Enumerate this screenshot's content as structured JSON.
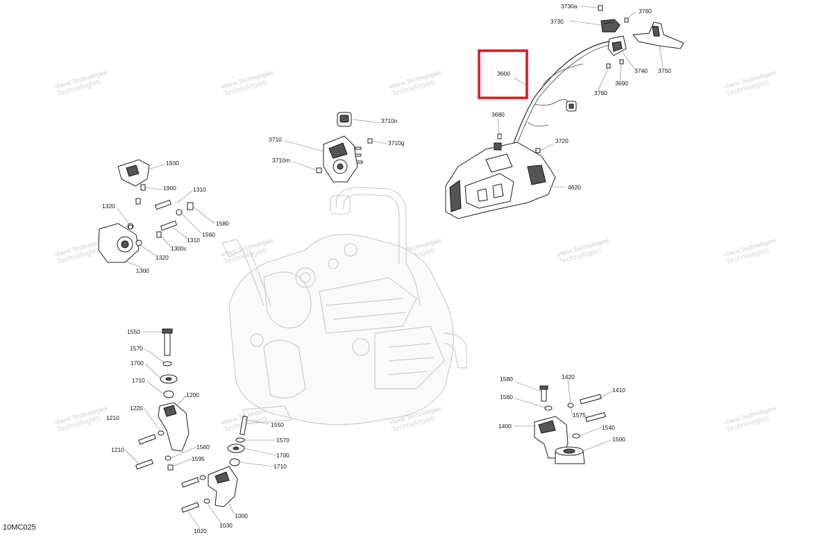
{
  "diagram_code": "10MC025",
  "watermark": {
    "line1": "vNext Technologies",
    "line2": "Technologies"
  },
  "highlight_color": "#e0141e",
  "labels": {
    "l3730a": "3730a",
    "l3760a": "3760",
    "l3730": "3730",
    "l3740": "3740",
    "l3750": "3750",
    "l3690": "3690",
    "l3760b": "3760",
    "l3600": "3600",
    "l3680": "3680",
    "l3720": "3720",
    "l4620": "4620",
    "l3710n": "3710n",
    "l3710": "3710",
    "l3710g": "3710g",
    "l3710m": "3710m",
    "l1930": "1930",
    "l1900": "1900",
    "l1310a": "1310",
    "l1320a": "1320",
    "l1580a": "1580",
    "l1560a": "1560",
    "l1310b": "1310",
    "l1300c": "1300c",
    "l1320b": "1320",
    "l1300": "1300",
    "l1550a": "1550",
    "l1570a": "1570",
    "l1700a": "1700",
    "l1710a": "1710",
    "l1200": "1200",
    "l1220": "1220",
    "l1210a": "1210",
    "l1210b": "1210",
    "l1560b": "1560",
    "l1595": "1595",
    "l1550b": "1550",
    "l1570b": "1570",
    "l1700b": "1700",
    "l1710b": "1710",
    "l1000": "1000",
    "l1030": "1030",
    "l1020": "1020",
    "l1580b": "1580",
    "l1420": "1420",
    "l1560c": "1560",
    "l1410": "1410",
    "l1575": "1575",
    "l1400": "1400",
    "l1540": "1540",
    "l1500": "1500"
  }
}
